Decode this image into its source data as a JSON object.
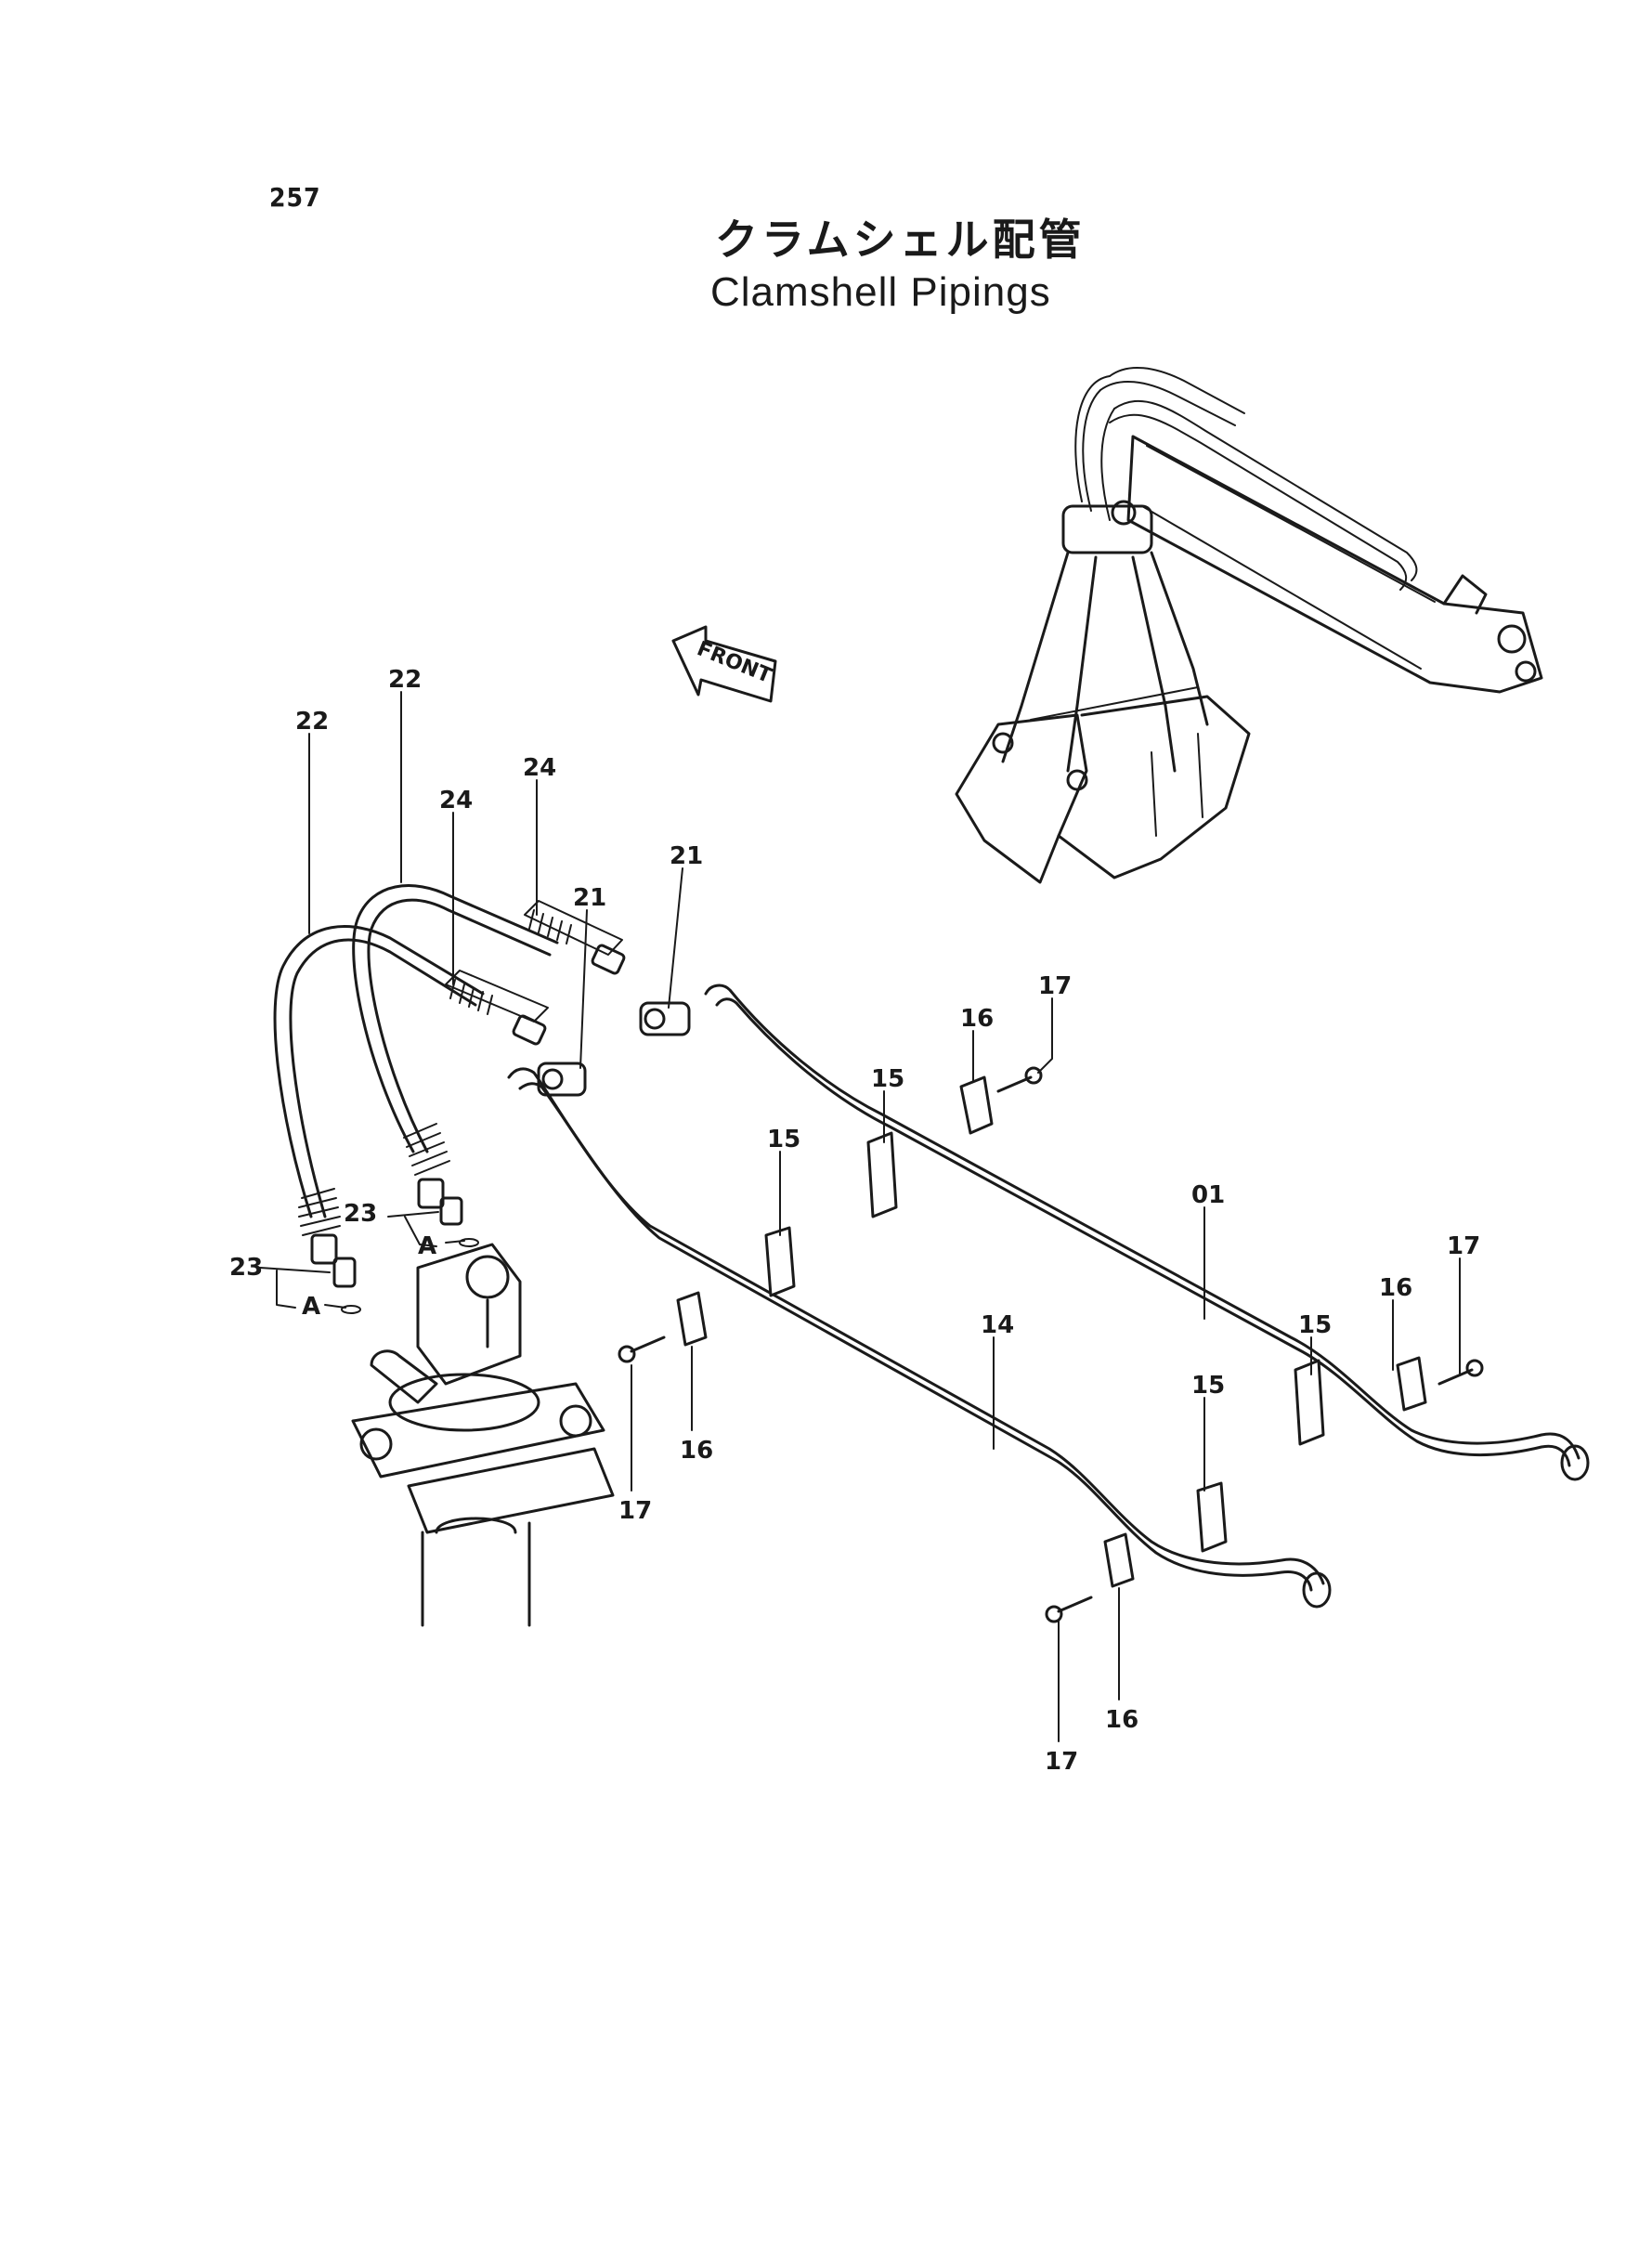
{
  "page": {
    "number": "257",
    "title_jp": "クラムシェル配管",
    "title_en": "Clamshell Pipings"
  },
  "front_arrow_label": "FRONT",
  "callouts": {
    "c22a": "22",
    "c22b": "22",
    "c24a": "24",
    "c24b": "24",
    "c21a": "21",
    "c21b": "21",
    "c17a": "17",
    "c17b": "17",
    "c17c": "17",
    "c17d": "17",
    "c16a": "16",
    "c16b": "16",
    "c16c": "16",
    "c16d": "16",
    "c15a": "15",
    "c15b": "15",
    "c15c": "15",
    "c15d": "15",
    "c01": "01",
    "c14": "14",
    "c23a": "23",
    "c23b": "23",
    "cAa": "A",
    "cAb": "A"
  },
  "colors": {
    "ink": "#1a1a1a",
    "paper": "#ffffff"
  }
}
